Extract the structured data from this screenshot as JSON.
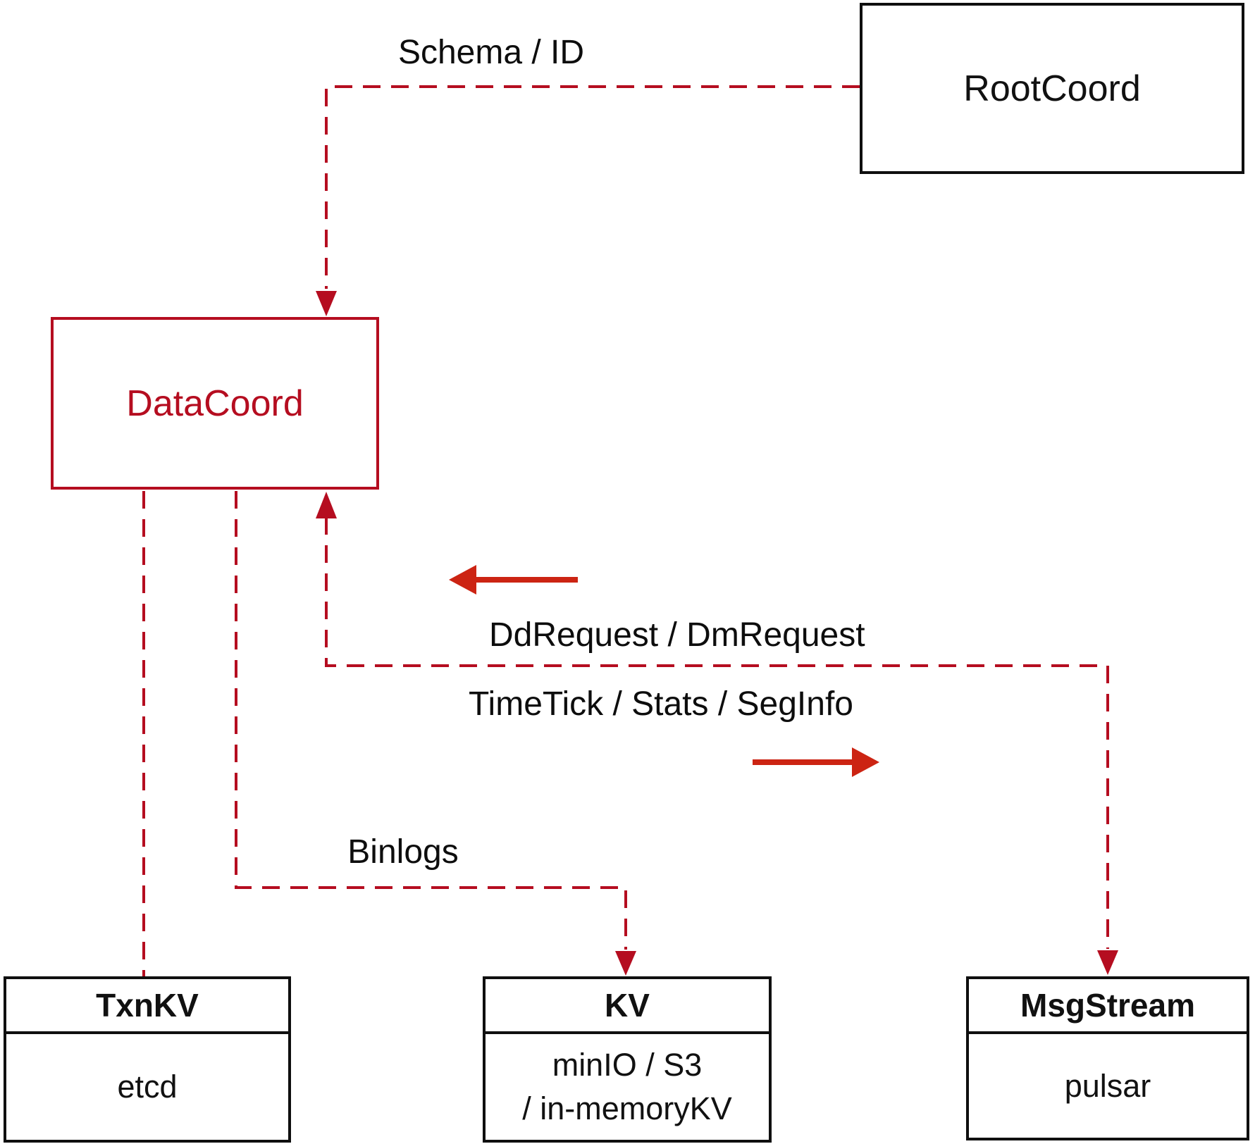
{
  "diagram": {
    "title_hint": "Milvus DataCoord component interaction diagram",
    "colors": {
      "edge_red": "#b50d20",
      "solid_arrow_red": "#cc2413",
      "box_border_black": "#0f0f0f",
      "datacoord_red": "#b50d20",
      "text_black": "#111111",
      "background": "#ffffff"
    },
    "nodes": {
      "rootcoord": {
        "label": "RootCoord"
      },
      "datacoord": {
        "label": "DataCoord"
      },
      "txnkv": {
        "title": "TxnKV",
        "body": "etcd"
      },
      "kv": {
        "title": "KV",
        "body_line1": "minIO / S3",
        "body_line2": "/ in-memoryKV"
      },
      "msgstream": {
        "title": "MsgStream",
        "body": "pulsar"
      }
    },
    "edge_labels": {
      "schema_id": "Schema / ID",
      "dd_dm_request": "DdRequest / DmRequest",
      "timetick_stats_seginfo": "TimeTick / Stats / SegInfo",
      "binlogs": "Binlogs"
    },
    "icons": {
      "direction_left": "left-arrow-icon",
      "direction_right": "right-arrow-icon"
    },
    "edges": [
      {
        "from": "RootCoord",
        "to": "DataCoord",
        "label": "Schema / ID",
        "style": "dashed",
        "arrow": "into DataCoord top"
      },
      {
        "from": "DataCoord",
        "to": "TxnKV",
        "label": "",
        "style": "dashed",
        "arrow": "none"
      },
      {
        "from": "DataCoord",
        "to": "KV",
        "label": "Binlogs",
        "style": "dashed",
        "arrow": "into KV top"
      },
      {
        "from": "DataCoord",
        "to": "MsgStream",
        "label": "DdRequest / DmRequest / TimeTick / Stats / SegInfo",
        "style": "dashed",
        "arrow": "both ends"
      }
    ]
  }
}
